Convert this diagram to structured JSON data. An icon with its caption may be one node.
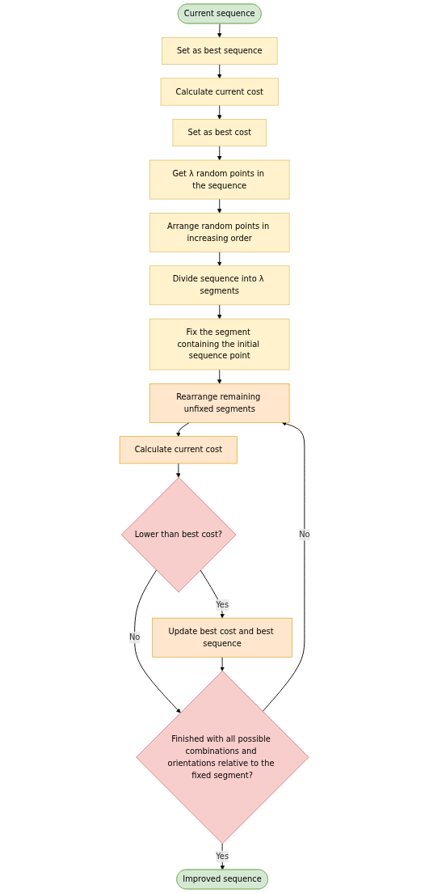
{
  "diagram": {
    "nodes": [
      {
        "text": [
          "Current sequence"
        ]
      },
      {
        "text": [
          "Set as best sequence"
        ]
      },
      {
        "text": [
          "Calculate current cost"
        ]
      },
      {
        "text": [
          "Set as best cost"
        ]
      },
      {
        "text": [
          "Get λ random points in the sequence"
        ]
      },
      {
        "text": [
          "Arrange random points in increasing order"
        ]
      },
      {
        "text": [
          "Divide sequence into λ segments"
        ]
      },
      {
        "text": [
          "Fix the segment containing the initial sequence point"
        ]
      },
      {
        "text": [
          "Rearrange remaining unfixed segments"
        ]
      },
      {
        "text": [
          "Calculate current cost"
        ]
      },
      {
        "text": [
          "Lower than best cost?"
        ]
      },
      {
        "text": [
          "Update best cost and best sequence"
        ]
      },
      {
        "text": [
          "Finished with all possible combinations and orientations relative to the fixed segment?"
        ]
      },
      {
        "text": [
          "Improved sequence"
        ]
      }
    ],
    "edges": [
      {
        "from": 0,
        "to": 1,
        "arrow": "to"
      },
      {
        "from": 1,
        "to": 2,
        "arrow": "to"
      },
      {
        "from": 2,
        "to": 3,
        "arrow": "to"
      },
      {
        "from": 3,
        "to": 4,
        "arrow": "to"
      },
      {
        "from": 4,
        "to": 5,
        "arrow": "to"
      },
      {
        "from": 5,
        "to": 6,
        "arrow": "to"
      },
      {
        "from": 6,
        "to": 7,
        "arrow": "to"
      },
      {
        "from": 7,
        "to": 8,
        "arrow": "to"
      },
      {
        "from": 8,
        "to": 9,
        "arrow": "to"
      },
      {
        "from": 9,
        "to": 10,
        "arrow": "to"
      },
      {
        "from": 10,
        "to": 12,
        "arrow": "to",
        "label": "No"
      },
      {
        "from": 10,
        "to": 11,
        "arrow": "to",
        "label": "Yes"
      },
      {
        "from": 11,
        "to": 12,
        "arrow": "to"
      },
      {
        "from": 12,
        "to": 8,
        "arrow": "to",
        "label": "No"
      },
      {
        "from": 12,
        "to": 13,
        "arrow": "to",
        "label": "Yes"
      }
    ]
  }
}
